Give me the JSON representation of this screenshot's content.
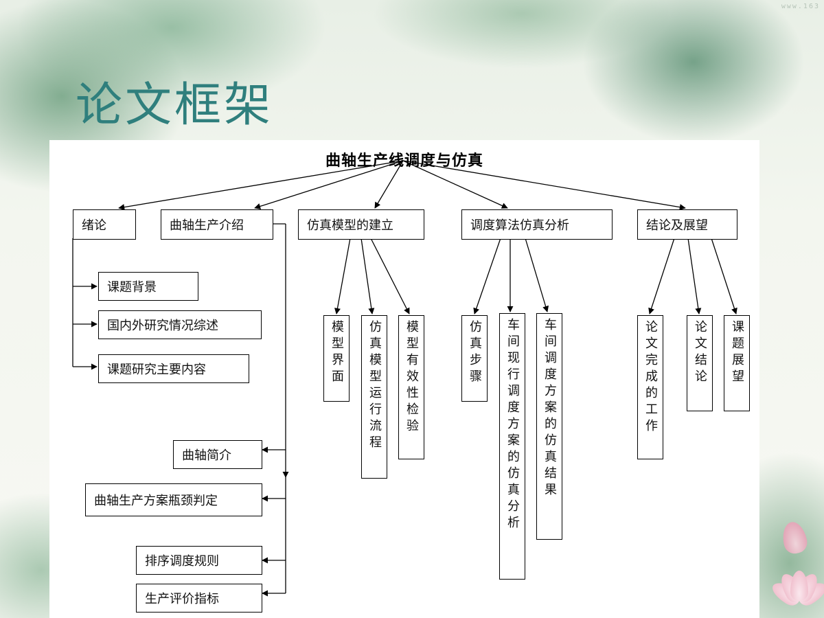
{
  "slide": {
    "title": "论文框架",
    "watermark": "www.163"
  },
  "diagram": {
    "root": "曲轴生产线调度与仿真",
    "branches": [
      {
        "label": "绪论",
        "children": [
          "课题背景",
          "国内外研究情况综述",
          "课题研究主要内容"
        ]
      },
      {
        "label": "曲轴生产介绍",
        "children": [
          "曲轴简介",
          "曲轴生产方案瓶颈判定",
          "排序调度规则",
          "生产评价指标"
        ]
      },
      {
        "label": "仿真模型的建立",
        "children": [
          "模型界面",
          "仿真模型运行流程",
          "模型有效性检验"
        ]
      },
      {
        "label": "调度算法仿真分析",
        "children": [
          "仿真步骤",
          "车间现行调度方案的仿真分析",
          "车间调度方案的仿真结果"
        ]
      },
      {
        "label": "结论及展望",
        "children": [
          "论文完成的工作",
          "论文结论",
          "课题展望"
        ]
      }
    ]
  }
}
